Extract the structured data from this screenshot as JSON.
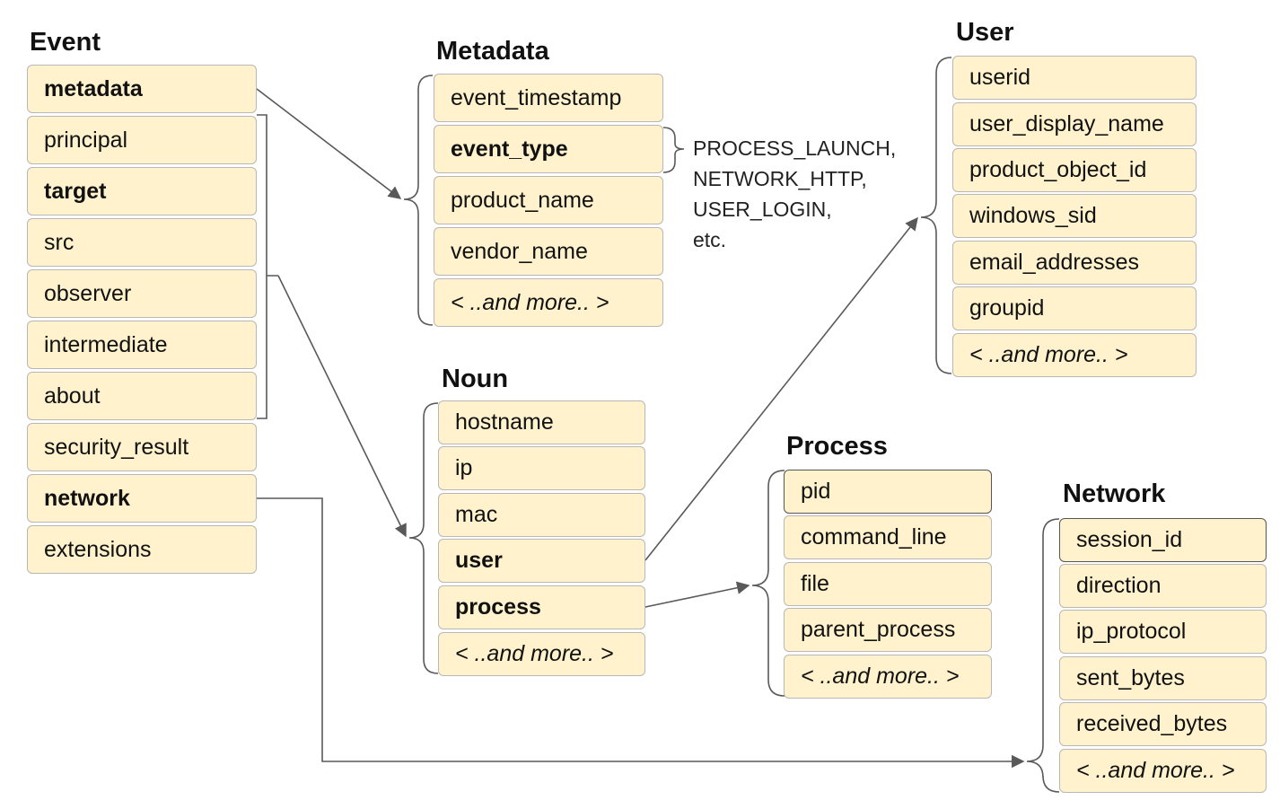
{
  "colors": {
    "box_fill": "#fff2cc",
    "box_border": "#b7b7b7",
    "line": "#595959"
  },
  "event": {
    "title": "Event",
    "fields": [
      "metadata",
      "principal",
      "target",
      "src",
      "observer",
      "intermediate",
      "about",
      "security_result",
      "network",
      "extensions"
    ]
  },
  "metadata": {
    "title": "Metadata",
    "fields": [
      "event_timestamp",
      "event_type",
      "product_name",
      "vendor_name",
      "< ..and more.. >"
    ],
    "event_type_values": [
      "PROCESS_LAUNCH,",
      "NETWORK_HTTP,",
      "USER_LOGIN,",
      "etc."
    ]
  },
  "noun": {
    "title": "Noun",
    "fields": [
      "hostname",
      "ip",
      "mac",
      "user",
      "process",
      "< ..and more.. >"
    ]
  },
  "user": {
    "title": "User",
    "fields": [
      "userid",
      "user_display_name",
      "product_object_id",
      "windows_sid",
      "email_addresses",
      "groupid",
      "< ..and more.. >"
    ]
  },
  "process": {
    "title": "Process",
    "fields": [
      "pid",
      "command_line",
      "file",
      "parent_process",
      "< ..and more.. >"
    ]
  },
  "network": {
    "title": "Network",
    "fields": [
      "session_id",
      "direction",
      "ip_protocol",
      "sent_bytes",
      "received_bytes",
      "< ..and more.. >"
    ]
  }
}
